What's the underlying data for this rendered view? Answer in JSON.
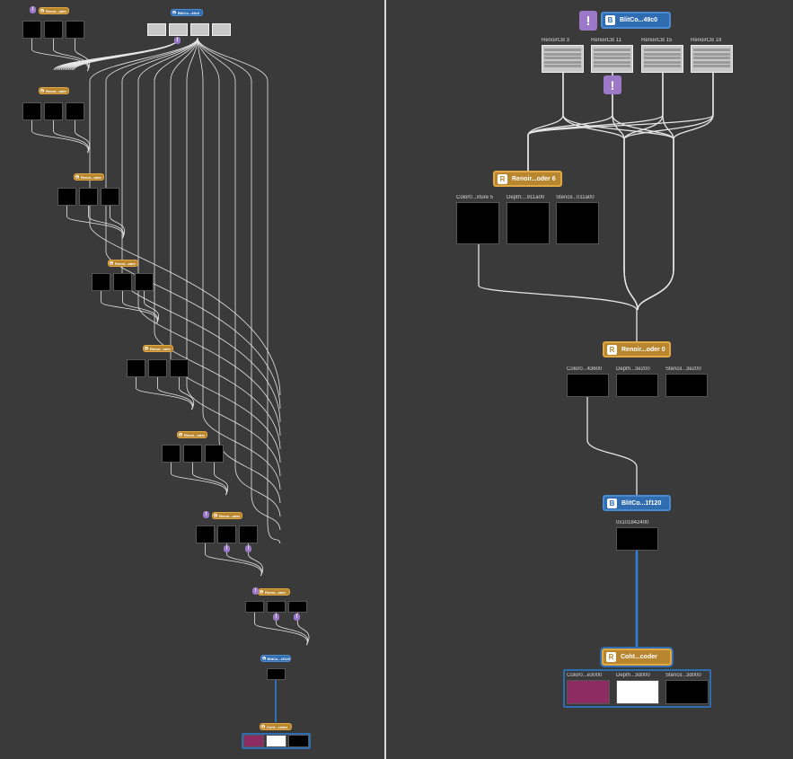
{
  "right": {
    "blit_top": {
      "badge": "B",
      "label": "BlitCo...49c0"
    },
    "buffers": [
      {
        "label": "RenoirCB 3"
      },
      {
        "label": "RenoirCB 11"
      },
      {
        "label": "RenoirCB 15"
      },
      {
        "label": "RenoirCB 19"
      }
    ],
    "warning_glyph": "!",
    "render_6": {
      "badge": "R",
      "label": "Renoir...oder 6"
    },
    "render_6_textures": [
      {
        "label": "Color0...xture 5"
      },
      {
        "label": "Depth:...911a00"
      },
      {
        "label": "Stencil...011a00"
      }
    ],
    "render_0": {
      "badge": "R",
      "label": "Renoir...oder 0"
    },
    "render_0_textures": [
      {
        "label": "Color0...43600"
      },
      {
        "label": "Depth...3e200"
      },
      {
        "label": "Stencil...3e200"
      }
    ],
    "blit_mid": {
      "badge": "B",
      "label": "BlitCo...1f120"
    },
    "blit_mid_texture": {
      "label": "0x101842400"
    },
    "coht": {
      "badge": "R",
      "label": "Coht...coder"
    },
    "coht_textures": [
      {
        "label": "Color0...e3000"
      },
      {
        "label": "Depth...3d000"
      },
      {
        "label": "Stencil...3d000"
      }
    ]
  },
  "left": {
    "render_nodes": [
      {
        "badge": "R",
        "label": "Renoi...oder"
      },
      {
        "badge": "R",
        "label": "Renoi...oder"
      },
      {
        "badge": "R",
        "label": "Renoi...oder"
      },
      {
        "badge": "R",
        "label": "Renoi...oder"
      },
      {
        "badge": "R",
        "label": "Renoi...oder"
      },
      {
        "badge": "R",
        "label": "Renoi...oder"
      },
      {
        "badge": "R",
        "label": "Renoi...oder"
      },
      {
        "badge": "R",
        "label": "Renoi...oder"
      },
      {
        "badge": "R",
        "label": "Coht...coder"
      }
    ],
    "blit_nodes": [
      {
        "badge": "B",
        "label": "BlitCo...49c0"
      },
      {
        "badge": "B",
        "label": "BlitCo...1f120"
      }
    ]
  },
  "colors": {
    "background": "#3a3a3a",
    "render_node": "#b8862f",
    "blit_node": "#2f6cb0",
    "warning": "#9b78c8",
    "edge": "#e6e6e6",
    "selected_edge": "#2f7fd6"
  }
}
